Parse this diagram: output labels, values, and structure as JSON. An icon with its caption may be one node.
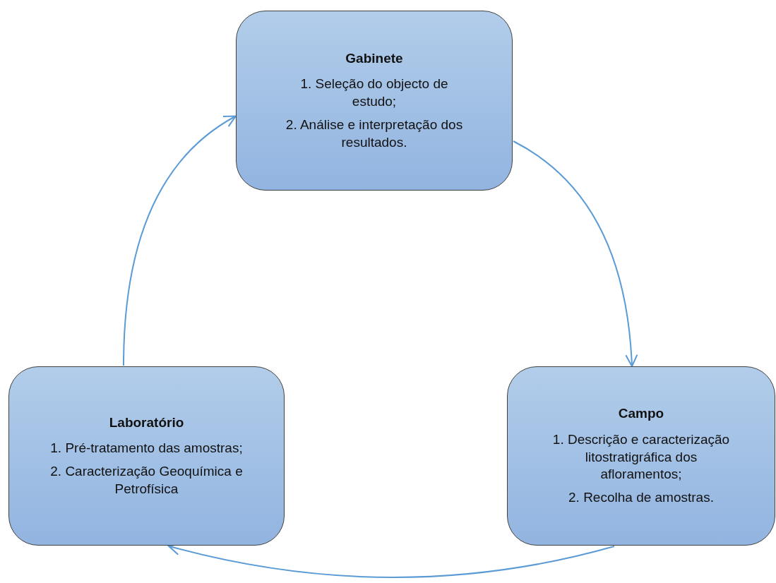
{
  "diagram": {
    "nodes": [
      {
        "text": [
          "Gabinete",
          "1. Seleção do objecto de estudo;",
          "2. Análise e interpretação dos resultados."
        ]
      },
      {
        "text": [
          "Campo",
          "1. Descrição e caracterização litostratigráfica dos afloramentos;",
          "2. Recolha de amostras."
        ]
      },
      {
        "text": [
          "Laboratório",
          "1. Pré-tratamento das amostras;",
          "2. Caracterização Geoquímica e Petrofísica"
        ]
      }
    ],
    "edges": [
      {
        "from": 0,
        "to": 1,
        "arrow": "to"
      },
      {
        "from": 1,
        "to": 2,
        "arrow": "to"
      },
      {
        "from": 2,
        "to": 0,
        "arrow": "to"
      }
    ]
  }
}
